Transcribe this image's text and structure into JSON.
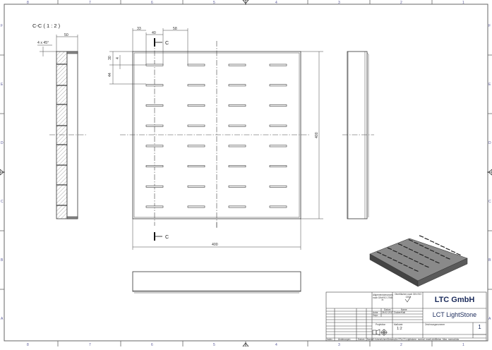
{
  "sheet": {
    "columns": [
      "8",
      "7",
      "6",
      "5",
      "4",
      "3",
      "2",
      "1"
    ],
    "rows": [
      "F",
      "E",
      "D",
      "C",
      "B",
      "A"
    ]
  },
  "section_view": {
    "title": "C-C ( 1 : 2 )",
    "width_dim": "50",
    "chamfer_note": "4 x 45°"
  },
  "top_view": {
    "dim_33": "33",
    "dim_40": "40",
    "dim_58": "58",
    "dim_30": "30",
    "dim_4": "4",
    "dim_44": "44",
    "width_dim": "400",
    "height_dim": "400",
    "section_marker_top": "C",
    "section_marker_bottom": "C",
    "slot_grid": {
      "columns": 4,
      "rows": 8
    }
  },
  "title_block": {
    "company": "LTC GmbH",
    "part_name": "LCT LightStone",
    "tolerance_label": "Allgemeintoleranzen nach DIN/ISO 2768 m",
    "surface_label": "Oberflächen nach DIN ISO 1302",
    "date_header": "Datum",
    "name_header": "Name",
    "author_label": "Autor",
    "date_value": "26.02.2017",
    "name_value": "Zucker/Kalt",
    "check_label": "Gepr.",
    "projection_label": "Projektion",
    "scale_label": "Maßstab",
    "scale_value": "1:2",
    "drawing_number_label": "Zeichnungsnummer",
    "sheet_number": "1",
    "rev_headers": [
      "Index",
      "Änderungen",
      "Datum",
      "Name"
    ],
    "file_path": "C:\\Users\\User\\Desktop\\LCT\\LCT-Lightstone_normal_max\\LichtBeton_Max_normal.idw"
  }
}
